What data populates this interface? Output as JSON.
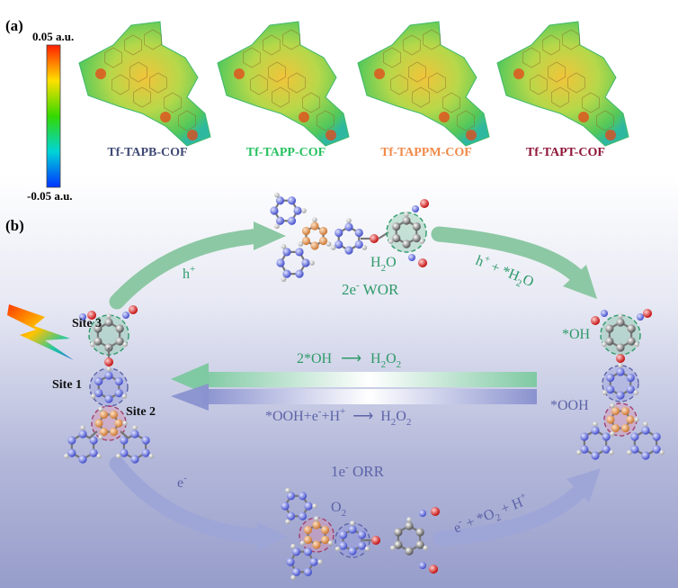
{
  "panel_a": {
    "label": "(a)",
    "colorbar": {
      "max_label": "0.05 a.u.",
      "min_label": "-0.05 a.u.",
      "gradient": [
        "#ff1e00",
        "#ffe000",
        "#34d900",
        "#00d4d8",
        "#0034ff"
      ]
    },
    "maps": [
      {
        "label": "Tf-TAPB-COF",
        "color": "#3f4a74"
      },
      {
        "label": "Tf-TAPP-COF",
        "color": "#28c060"
      },
      {
        "label": "Tf-TAPPM-COF",
        "color": "#f08a4a"
      },
      {
        "label": "Tf-TAPT-COF",
        "color": "#8e1538"
      }
    ]
  },
  "panel_b": {
    "label": "(b)",
    "sites": {
      "site1": "Site 1",
      "site2": "Site 2",
      "site3": "Site 3"
    },
    "wor": {
      "arrow_left": "h+",
      "h_sup": "+",
      "h2o": "H2O",
      "title_num": "2e",
      "title_sup": "-",
      "title_rest": " WOR",
      "arrow_right": "h+ + *H2O"
    },
    "center": {
      "top": "2*OH ⟶ H2O2",
      "bottom": "*OOH+e-+H+ ⟶ H2O2"
    },
    "right": {
      "oh": "*OH",
      "ooh": "*OOH"
    },
    "orr": {
      "arrow_left": "e-",
      "title_num": "1e",
      "title_sup": "-",
      "title_rest": " ORR",
      "o2": "O2",
      "arrow_right": "e- + *O2 + H+"
    },
    "colors": {
      "wor_green": "#2e9a6a",
      "orr_purple": "#5c63a8",
      "green_arrow": "#8cc8a4",
      "purple_arrow": "#9ea6d8"
    }
  }
}
